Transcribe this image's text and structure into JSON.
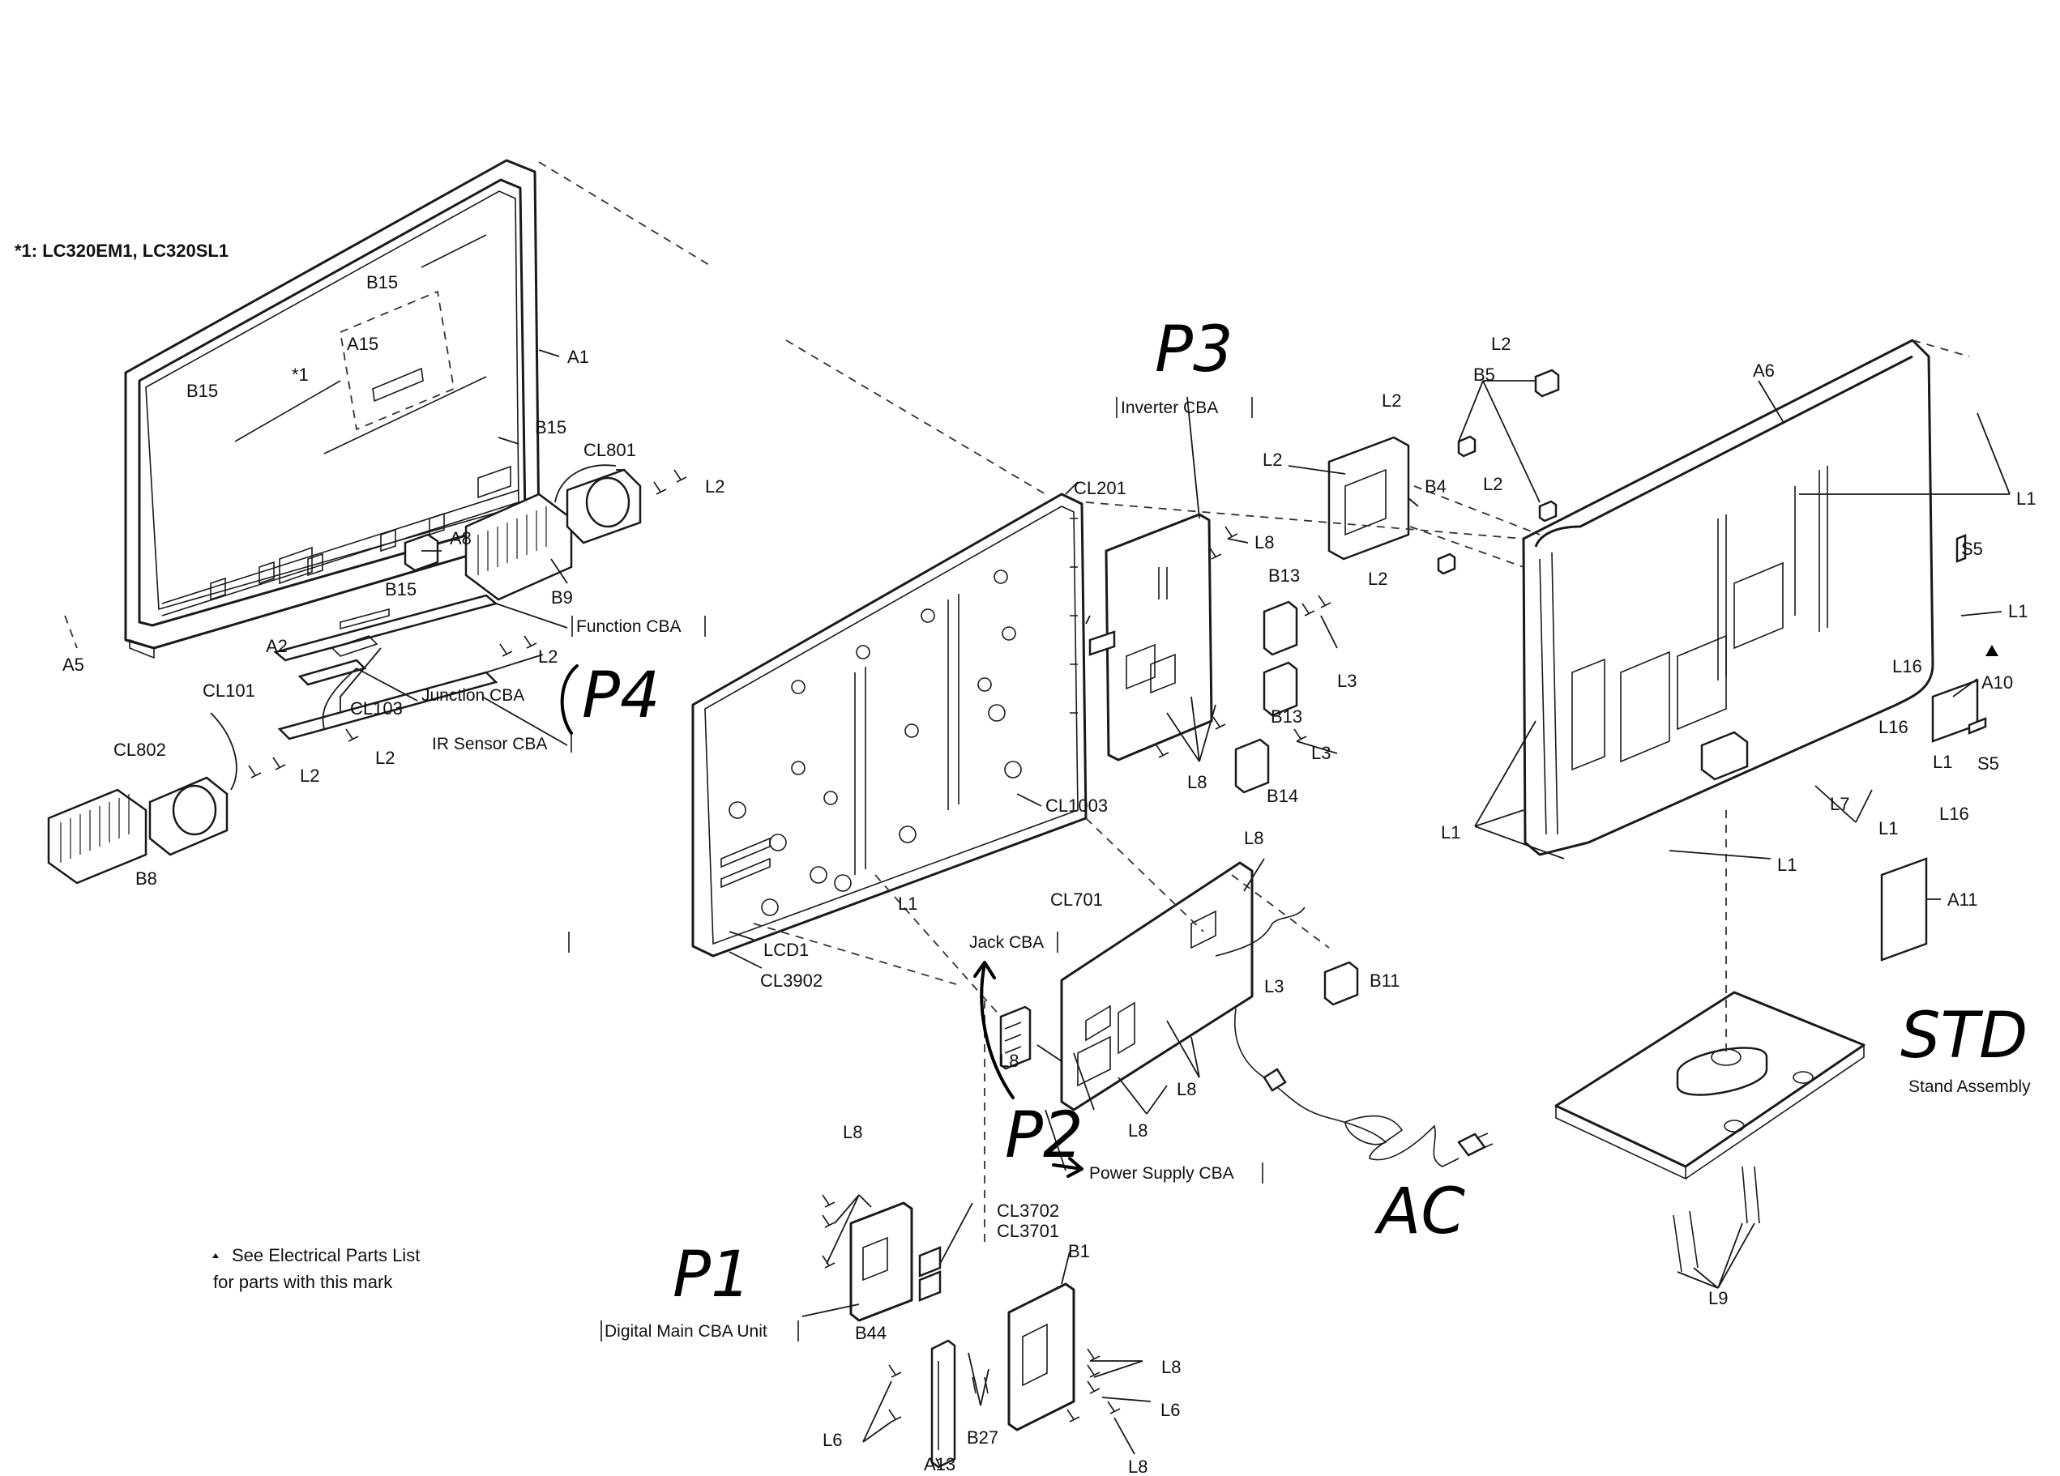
{
  "models_note": "*1: LC320EM1, LC320SL1",
  "parts_note_line1": "See Electrical Parts List",
  "parts_note_line2": "for parts with this mark",
  "handwritten": {
    "p1": "P1",
    "p2": "P2",
    "p3": "P3",
    "p4": "P4",
    "ac": "AC",
    "std": "STD"
  },
  "cba_labels": {
    "inverter": "Inverter CBA",
    "function": "Function CBA",
    "junction": "Junction CBA",
    "ir_sensor": "IR Sensor CBA",
    "jack": "Jack CBA",
    "power_supply": "Power Supply CBA",
    "digital_main": "Digital Main CBA Unit",
    "stand": "Stand Assembly"
  },
  "part_labels": {
    "b15a": "B15",
    "b15b": "B15",
    "b15c": "B15",
    "b15d": "B15",
    "a15": "A15",
    "star1": "*1",
    "a1": "A1",
    "cl801": "CL801",
    "a8": "A8",
    "b9": "B9",
    "l2a": "L2",
    "l2b": "L2",
    "l2c": "L2",
    "l2d": "L2",
    "a5": "A5",
    "a2": "A2",
    "cl101": "CL101",
    "cl103": "CL103",
    "cl802": "CL802",
    "b8": "B8",
    "cl201": "CL201",
    "cl1003": "CL1003",
    "lcd1": "LCD1",
    "cl3902": "CL3902",
    "l1a": "L1",
    "l8a": "L8",
    "b13a": "B13",
    "l3a": "L3",
    "b13b": "B13",
    "l3b": "L3",
    "l8b": "L8",
    "b14": "B14",
    "l2e": "L2",
    "b5": "B5",
    "l2f": "L2",
    "l2g": "L2",
    "b4": "B4",
    "l2h": "L2",
    "l2i": "L2",
    "a6": "A6",
    "l1b": "L1",
    "s5a": "S5",
    "l1c": "L1",
    "l16a": "L16",
    "a10": "A10",
    "l16b": "L16",
    "s5b": "S5",
    "l1d": "L1",
    "l7": "L7",
    "l1e": "L1",
    "l16c": "L16",
    "l1f": "L1",
    "l1g": "L1",
    "a11": "A11",
    "l8c": "L8",
    "cl701": "CL701",
    "l3c": "L3",
    "b11": "B11",
    "l8d": "L8",
    "l8e": "L8",
    "l8f": "L8",
    "l8g": "L8",
    "cl3702": "CL3702",
    "cl3701": "CL3701",
    "b1": "B1",
    "b44": "B44",
    "l8h": "L8",
    "l6a": "L6",
    "b27": "B27",
    "l6b": "L6",
    "a13": "A13",
    "l8i": "L8",
    "l9": "L9"
  }
}
